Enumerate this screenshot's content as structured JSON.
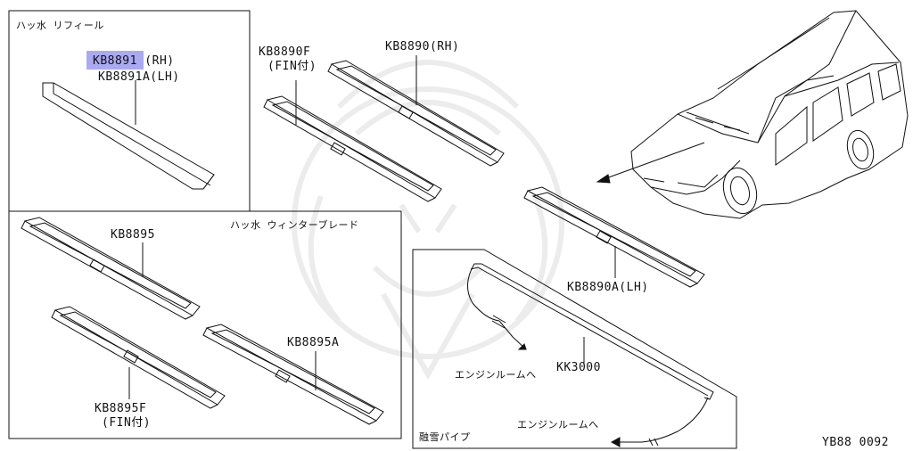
{
  "panels": {
    "refill": {
      "title": "ハッ水 リフィール"
    },
    "winter_blade": {
      "title": "ハッ水 ウィンターブレード"
    },
    "snow_pipe": {
      "title": "融雪パイプ"
    }
  },
  "parts": {
    "kb8891_rh": "KB8891 (RH)",
    "kb8891a_lh": "KB8891A(LH)",
    "kb8890f": "KB8890F",
    "kb8890f_note": "(FIN付)",
    "kb8890_rh": "KB8890(RH)",
    "kb8890a_lh": "KB8890A(LH)",
    "kb8895": "KB8895",
    "kb8895a": "KB8895A",
    "kb8895f": "KB8895F",
    "kb8895f_note": "(FIN付)",
    "kk3000": "KK3000"
  },
  "annotations": {
    "to_engine_room_1": "エンジンルームへ",
    "to_engine_room_2": "エンジンルームへ"
  },
  "diagram_code": "YB88 0092",
  "colors": {
    "line": "#111111",
    "highlight": "#8e8ef0",
    "watermark": "#eeeeee"
  }
}
